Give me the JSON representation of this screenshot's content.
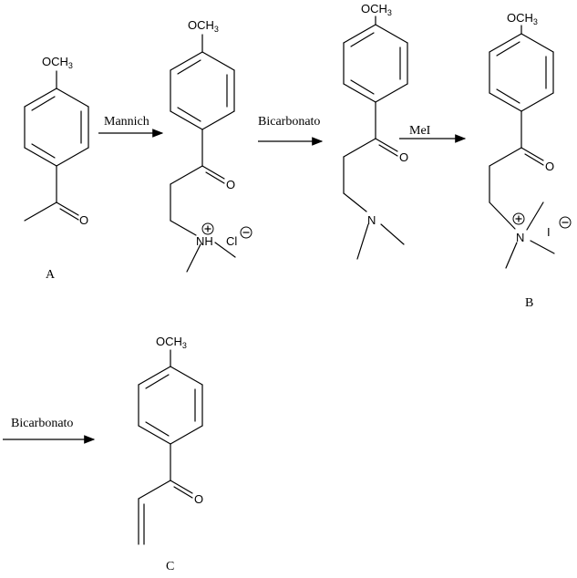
{
  "reagents": {
    "step1": "Mannich",
    "step2": "Bicarbonato",
    "step3": "MeI",
    "step4": "Bicarbonato"
  },
  "compounds": {
    "a": "A",
    "b": "B",
    "c": "C"
  },
  "atoms": {
    "methoxy_main": "OCH",
    "methoxy_sub": "3",
    "oxygen": "O",
    "nh": "NH",
    "nitrogen": "N",
    "chloride": "Cl",
    "iodide": "I"
  }
}
